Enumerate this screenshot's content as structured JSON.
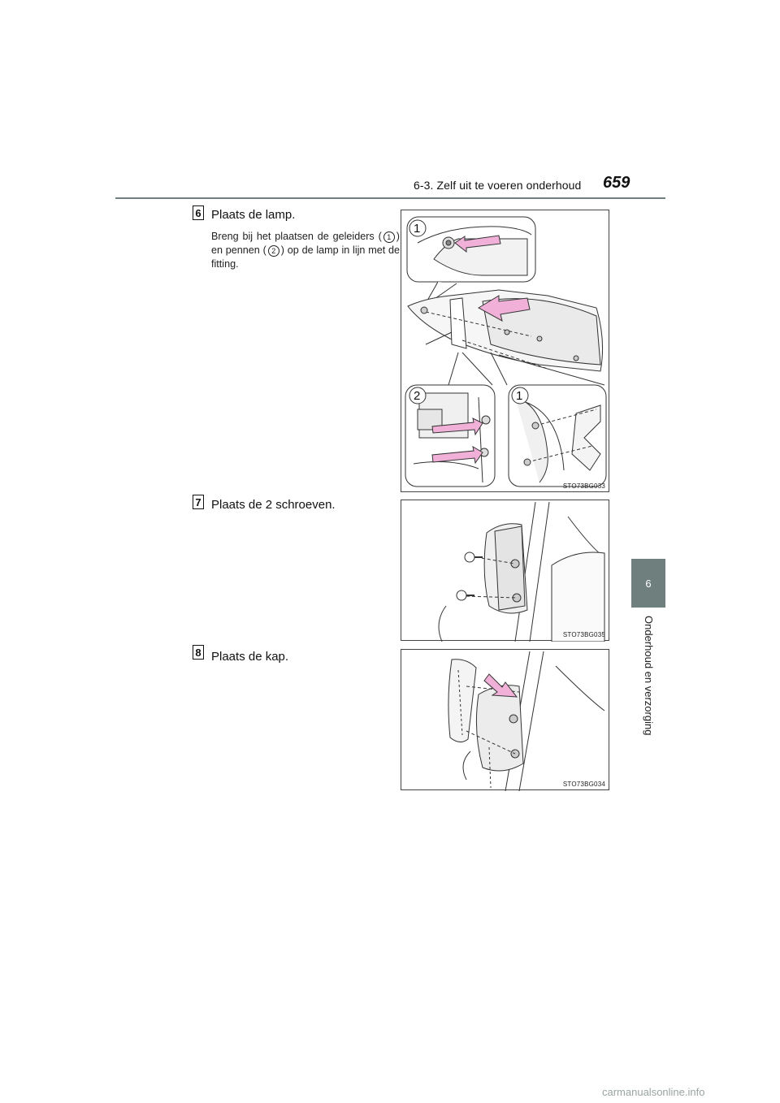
{
  "header": {
    "section": "6-3. Zelf uit te voeren onderhoud",
    "page_number": "659"
  },
  "side_tab": {
    "chapter_number": "6",
    "chapter_title": "Onderhoud en verzorging"
  },
  "steps": [
    {
      "number": "6",
      "title": "Plaats de lamp.",
      "desc_part1": "Breng bij het plaatsen de geleiders (",
      "callout1": "1",
      "desc_part2": ") en pennen (",
      "callout2": "2",
      "desc_part3": ") op de lamp in lijn met de fitting.",
      "figure": {
        "code": "STO73BG033",
        "labels": [
          "1",
          "2",
          "1"
        ]
      }
    },
    {
      "number": "7",
      "title": "Plaats de 2 schroeven.",
      "figure": {
        "code": "STO73BG035"
      }
    },
    {
      "number": "8",
      "title": "Plaats de kap.",
      "figure": {
        "code": "STO73BG034"
      }
    }
  ],
  "watermark": "carmanualsonline.info"
}
